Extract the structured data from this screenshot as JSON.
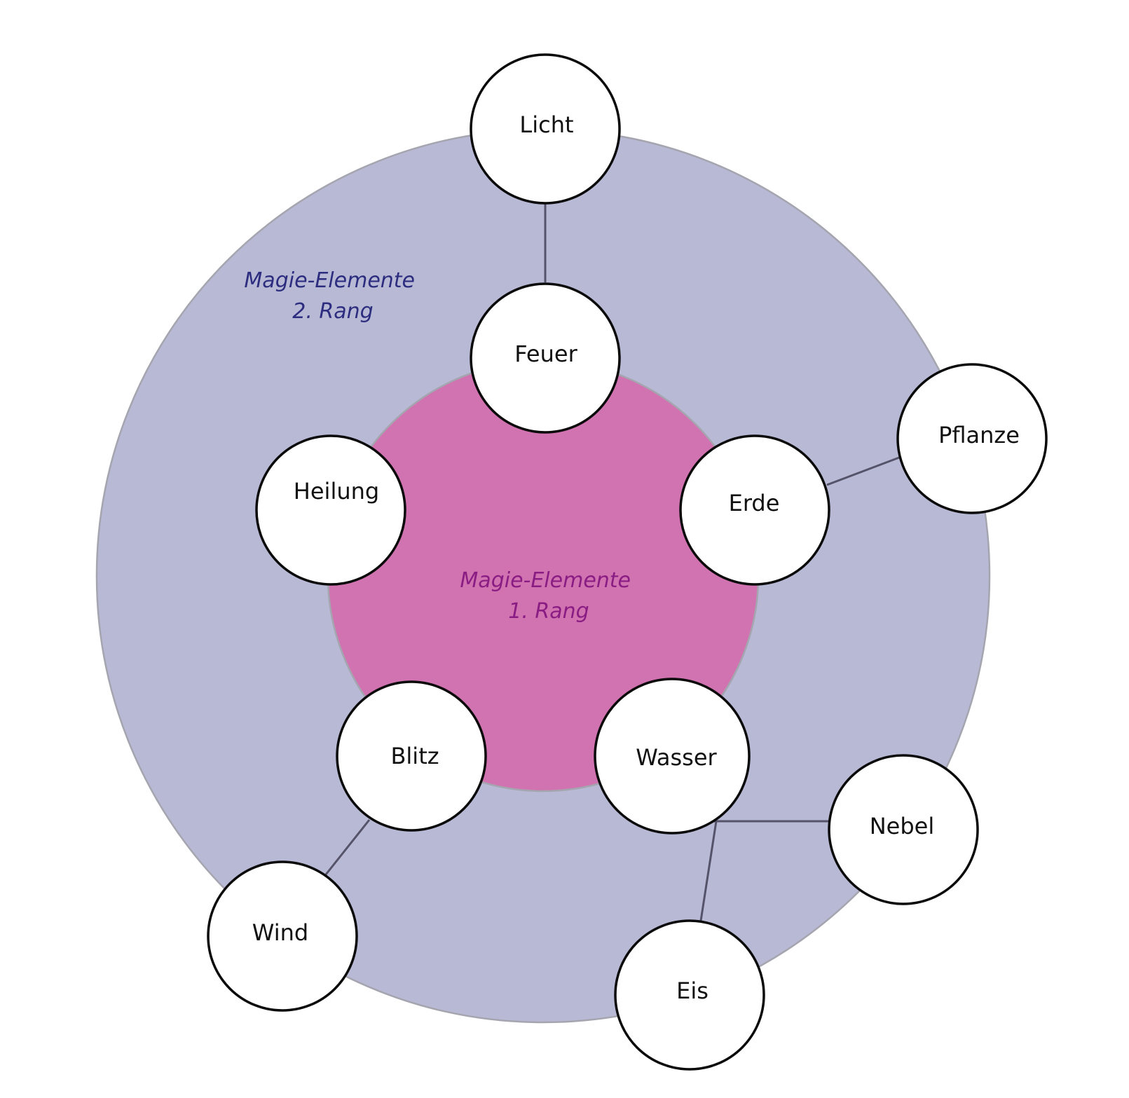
{
  "colors": {
    "outer_ring": "#b8b9d5",
    "outer_ring_stroke": "#a5a5b0",
    "inner_circle": "#d173b0",
    "inner_circle_stroke": "#a5a5b0",
    "node_fill": "#ffffff",
    "node_stroke": "#0a0a0a",
    "connector": "#55536a",
    "label_rank2": "#2d2d80",
    "label_rank1": "#8a1d84"
  },
  "zones": {
    "rank2": {
      "line1": "Magie-Elemente",
      "line2": "2. Rang"
    },
    "rank1": {
      "line1": "Magie-Elemente",
      "line2": "1. Rang"
    }
  },
  "rank1_elements": [
    {
      "id": "feuer",
      "label": "Feuer"
    },
    {
      "id": "erde",
      "label": "Erde"
    },
    {
      "id": "wasser",
      "label": "Wasser"
    },
    {
      "id": "blitz",
      "label": "Blitz"
    },
    {
      "id": "heilung",
      "label": "Heilung"
    }
  ],
  "rank2_elements": [
    {
      "id": "licht",
      "label": "Licht",
      "parent": "feuer"
    },
    {
      "id": "pflanze",
      "label": "Pflanze",
      "parent": "erde"
    },
    {
      "id": "nebel",
      "label": "Nebel",
      "parent": "wasser"
    },
    {
      "id": "eis",
      "label": "Eis",
      "parent": "wasser"
    },
    {
      "id": "wind",
      "label": "Wind",
      "parent": "blitz"
    }
  ]
}
